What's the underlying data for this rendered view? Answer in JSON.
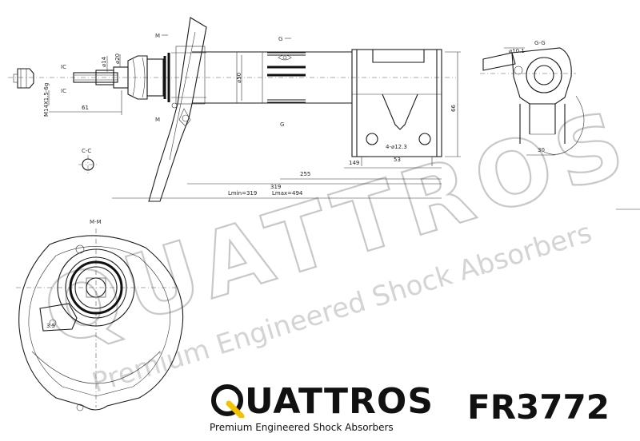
{
  "watermark": {
    "brand": "QUATTROS",
    "tagline": "Premium Engineered Shock Absorbers"
  },
  "brand": {
    "name_tail": "UATTROS",
    "tagline": "Premium Engineered Shock Absorbers",
    "accent_color": "#F2C200"
  },
  "part_number": "FR3772",
  "section_labels": {
    "m_top": "M",
    "m_bottom": "M",
    "g_top": "G",
    "g_bottom": "G",
    "gg": "G-G",
    "cc": "C-C",
    "ic_top": "IC",
    "ic_bottom": "IC",
    "mm": "M-M"
  },
  "dimensions": {
    "thread": "M14X1.5-6g",
    "d14": "⌀14",
    "d20": "⌀20",
    "d50": "⌀50",
    "d10_1": "⌀10.1",
    "len_61": "61",
    "len_149": "149",
    "len_255": "255",
    "len_319": "319",
    "lmin": "Lmin=319",
    "lmax": "Lmax=494",
    "holes": "4-⌀12.3",
    "len_53": "53",
    "len_66": "66",
    "len_30": "30",
    "len_3_5": "3.5"
  }
}
